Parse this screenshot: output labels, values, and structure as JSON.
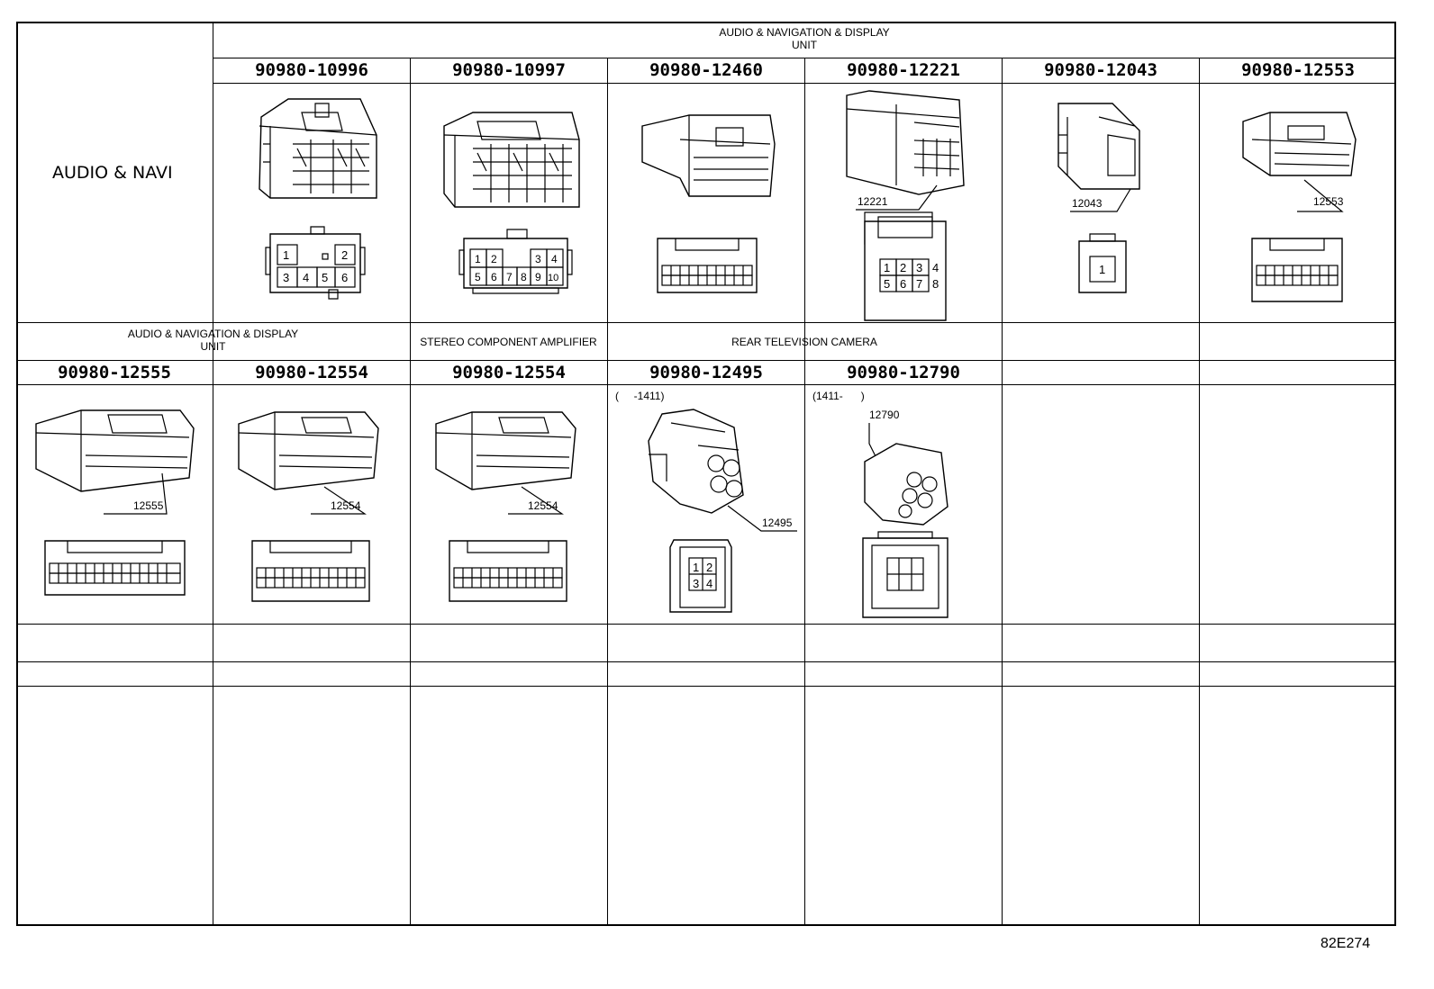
{
  "row_label": "AUDIO & NAVI",
  "row1": {
    "header_line1": "AUDIO & NAVIGATION & DISPLAY",
    "header_line2": "UNIT",
    "parts": [
      "90980-10996",
      "90980-10997",
      "90980-12460",
      "90980-12221",
      "90980-12043",
      "90980-12553"
    ],
    "callouts": {
      "c12221": "12221",
      "c12043": "12043",
      "c12553": "12553"
    },
    "pins": {
      "p10996": [
        "1",
        "2",
        "3",
        "4",
        "5",
        "6"
      ],
      "p10997": [
        "1",
        "2",
        "3",
        "4",
        "5",
        "6",
        "7",
        "8",
        "9",
        "10"
      ],
      "p12221": [
        "1",
        "2",
        "3",
        "4",
        "5",
        "6",
        "7",
        "8"
      ],
      "p12043": [
        "1"
      ]
    }
  },
  "row2": {
    "headers": {
      "h1_line1": "AUDIO & NAVIGATION & DISPLAY",
      "h1_line2": "UNIT",
      "h2": "STEREO COMPONENT AMPLIFIER",
      "h3": "REAR TELEVISION CAMERA"
    },
    "parts": [
      "90980-12555",
      "90980-12554",
      "90980-12554",
      "90980-12495",
      "90980-12790"
    ],
    "callouts": {
      "c12555": "12555",
      "c12554a": "12554",
      "c12554b": "12554",
      "c12495": "12495",
      "c12790": "12790"
    },
    "notes": {
      "n12495": "(     -1411)",
      "n12790": "(1411-      )"
    },
    "pins": {
      "p12495": [
        "1",
        "2",
        "3",
        "4"
      ]
    }
  },
  "figure_id": "82E274"
}
